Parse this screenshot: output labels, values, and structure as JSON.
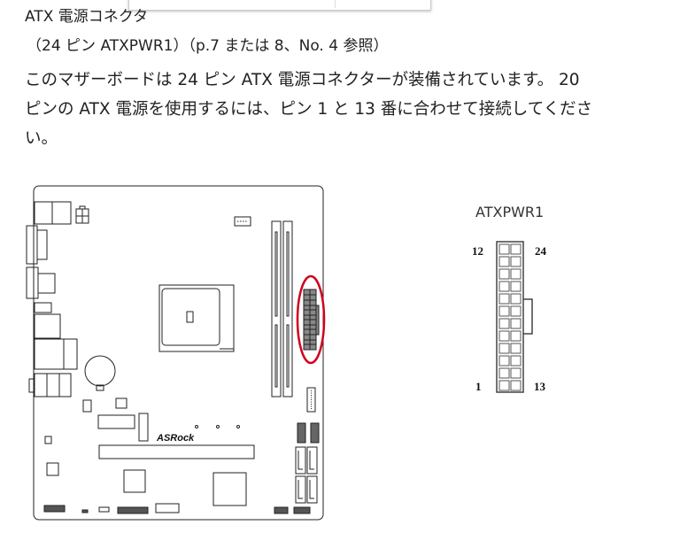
{
  "section": {
    "title": "ATX 電源コネクタ",
    "subtitle": "（24 ピン ATXPWR1）（p.7 または 8、No. 4 参照）",
    "body_lines": [
      "このマザーボードは 24 ピン ATX 電源コネクターが装備されています。 20",
      "ピンの ATX 電源を使用するには、ピン 1 と 13 番に合わせて接続してくださ",
      "い。"
    ]
  },
  "diagram": {
    "logo": "ASRock",
    "connector_title": "ATXPWR1",
    "pin_labels": {
      "top_left": "12",
      "top_right": "24",
      "bottom_left": "1",
      "bottom_right": "13"
    },
    "highlight_color": "#d0021b",
    "connector_rows": 12,
    "connector_cols": 2
  }
}
